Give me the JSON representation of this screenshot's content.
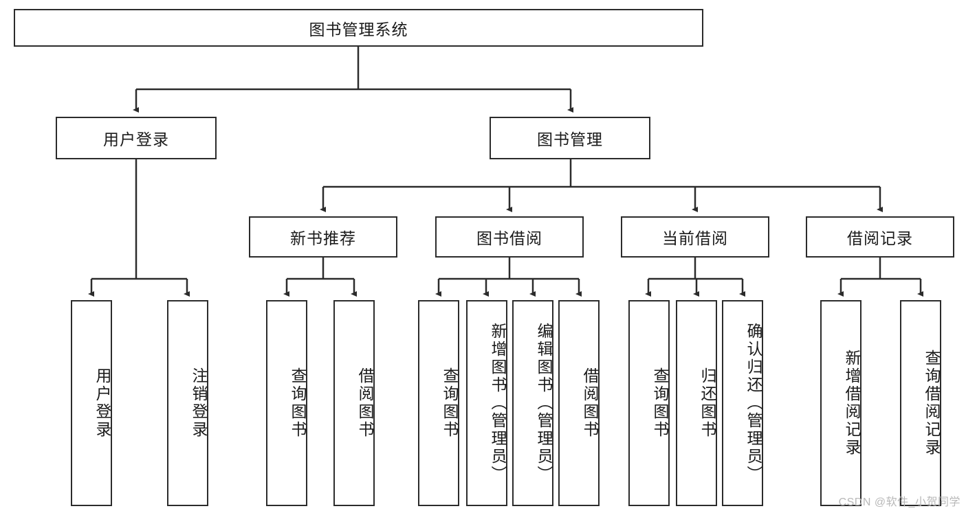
{
  "diagram": {
    "title": "图书管理系统",
    "type": "tree-hierarchy-chart",
    "line_color": "#2b2b2b",
    "box_fill": "#ffffff",
    "text_color": "#1a1a1a",
    "root": {
      "id": "root",
      "label": "图书管理系统"
    },
    "level2": [
      {
        "id": "user-login",
        "label": "用户登录"
      },
      {
        "id": "book-manage",
        "label": "图书管理"
      }
    ],
    "level3": [
      {
        "id": "new-book-rec",
        "label": "新书推荐"
      },
      {
        "id": "book-borrow",
        "label": "图书借阅"
      },
      {
        "id": "current-borrow",
        "label": "当前借阅"
      },
      {
        "id": "borrow-record",
        "label": "借阅记录"
      }
    ],
    "leaves": {
      "user_login": [
        {
          "id": "leaf-user-login",
          "label": "用户登录"
        },
        {
          "id": "leaf-logout",
          "label": "注销登录"
        }
      ],
      "new_book_rec": [
        {
          "id": "leaf-query-book-1",
          "label": "查询图书"
        },
        {
          "id": "leaf-borrow-book-1",
          "label": "借阅图书"
        }
      ],
      "book_borrow": [
        {
          "id": "leaf-query-book-2",
          "label": "查询图书"
        },
        {
          "id": "leaf-add-book",
          "label": "新增图书（管理员）"
        },
        {
          "id": "leaf-edit-book",
          "label": "编辑图书（管理员）"
        },
        {
          "id": "leaf-borrow-book-2",
          "label": "借阅图书"
        }
      ],
      "current_borrow": [
        {
          "id": "leaf-query-book-3",
          "label": "查询图书"
        },
        {
          "id": "leaf-return-book",
          "label": "归还图书"
        },
        {
          "id": "leaf-confirm-return",
          "label": "确认归还（管理员）"
        }
      ],
      "borrow_record": [
        {
          "id": "leaf-add-record",
          "label": "新增借阅记录"
        },
        {
          "id": "leaf-query-record",
          "label": "查询借阅记录"
        }
      ]
    }
  },
  "watermark": {
    "text": "CSDN @软件_小贺同学"
  }
}
